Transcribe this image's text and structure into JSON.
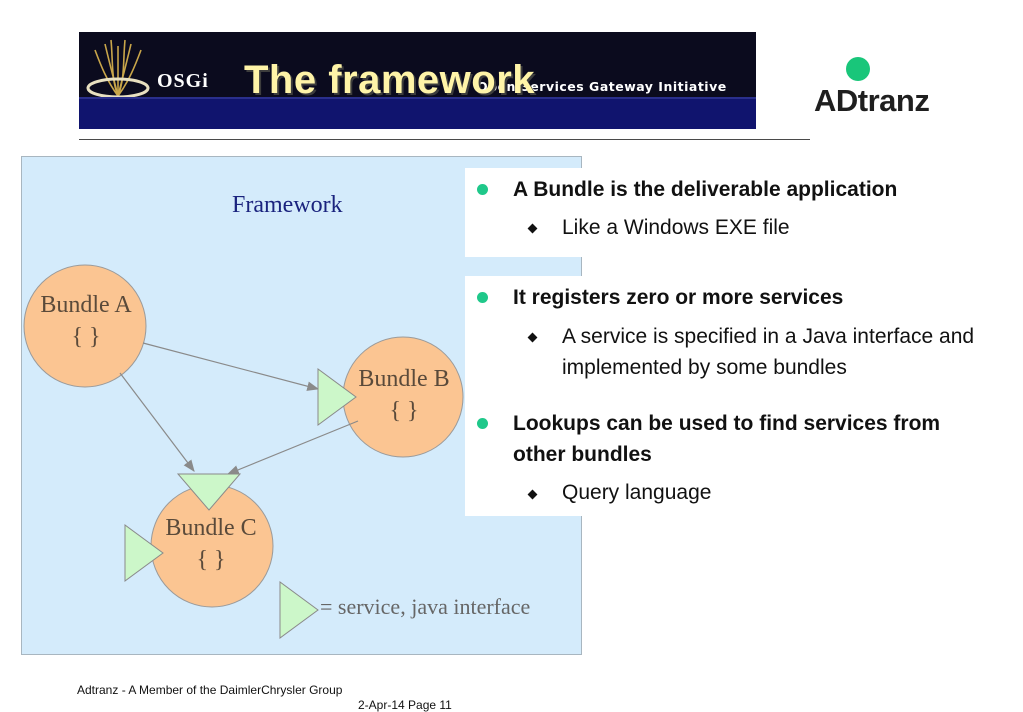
{
  "header": {
    "osgi_logo_text": "OSGi",
    "subtitle": "Open Services Gateway Initiative",
    "title": "The framework",
    "brand": "ADtranz"
  },
  "diagram": {
    "framework_label": "Framework",
    "bundles": [
      {
        "name": "Bundle A",
        "body": "{ }"
      },
      {
        "name": "Bundle B",
        "body": "{ }"
      },
      {
        "name": "Bundle C",
        "body": "{ }"
      }
    ],
    "legend": "= service, java interface",
    "colors": {
      "background": "#d4ebfb",
      "bundle_fill": "#fbc592",
      "service_fill": "#ccf7c9",
      "arrow": "#8a8a8a",
      "framework_text": "#1a237e",
      "bundle_text": "#5a4a3a"
    }
  },
  "bullets": [
    {
      "text": "A Bundle is the deliverable application",
      "sub": [
        "Like a Windows EXE file"
      ]
    },
    {
      "text": "It registers zero or more services",
      "sub": [
        "A service is specified in a Java interface and implemented by some bundles"
      ]
    },
    {
      "text": "Lookups can be used to find services from other bundles",
      "sub": [
        "Query language"
      ]
    }
  ],
  "footer": {
    "company": "Adtranz - A Member of the DaimlerChrysler Group",
    "date_page": "2-Apr-14   Page 11"
  }
}
